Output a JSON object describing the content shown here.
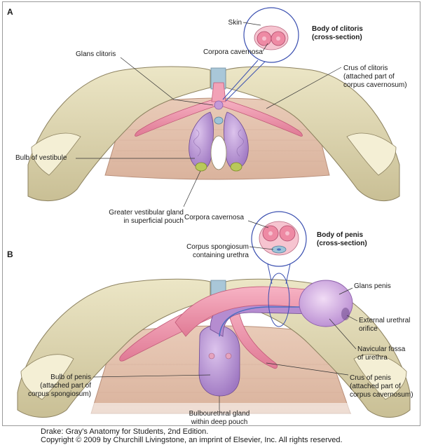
{
  "caption": {
    "line1": "Drake: Gray's Anatomy for Students, 2nd Edition.",
    "line2": "Copyright © 2009 by Churchill Livingstone, an imprint of Elsevier, Inc. All rights reserved."
  },
  "panelA": {
    "letter": "A",
    "inset_title": "Body of clitoris\n(cross-section)",
    "labels": {
      "skin": "Skin",
      "corpora_cavernosa": "Corpora cavernosa",
      "glans_clitoris": "Glans clitoris",
      "crus_of_clitoris": "Crus of clitoris\n(attached part of\ncorpus cavernosum)",
      "bulb_of_vestibule": "Bulb of vestibule",
      "greater_vestibular_gland": "Greater vestibular gland\nin superficial pouch"
    }
  },
  "panelB": {
    "letter": "B",
    "inset_title": "Body of penis\n(cross-section)",
    "labels": {
      "corpora_cavernosa": "Corpora cavernosa",
      "corpus_spongiosum": "Corpus spongiosum\ncontaining urethra",
      "glans_penis": "Glans penis",
      "external_urethral_orifice": "External urethral\norifice",
      "navicular_fossa": "Navicular fossa\nof urethra",
      "crus_of_penis": "Crus of penis\n(attached part of\ncorpus cavernosum)",
      "bulb_of_penis": "Bulb of penis\n(attached part of\ncorpus spongiosum)",
      "bulbourethral_gland": "Bulbourethral gland\nwithin deep pouch"
    }
  }
}
